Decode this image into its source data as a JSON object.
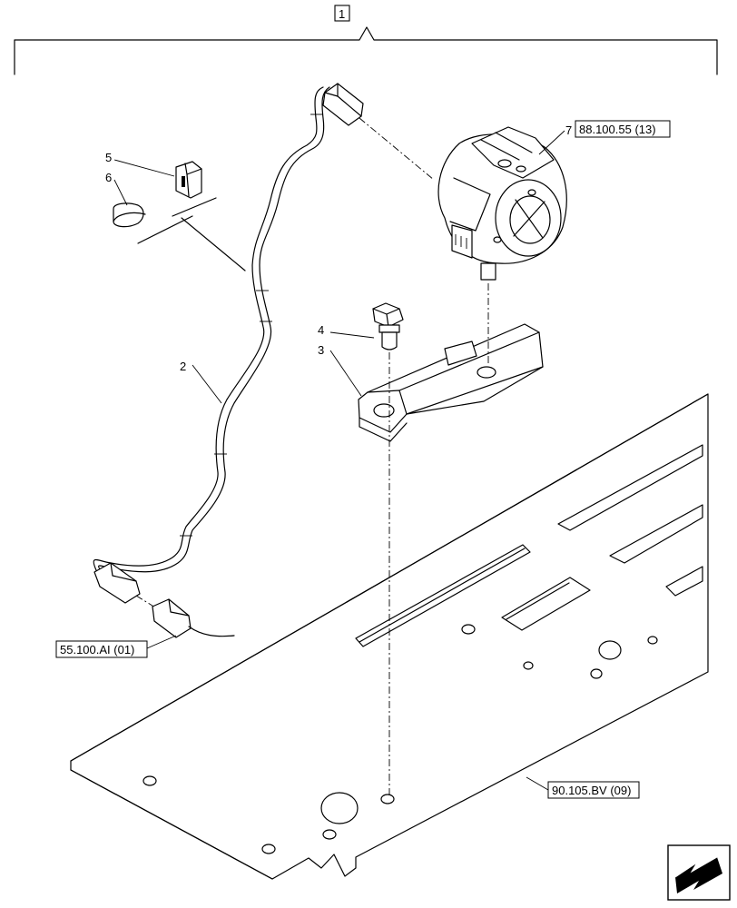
{
  "assembly_label": "1",
  "parts": [
    {
      "number": "2"
    },
    {
      "number": "3"
    },
    {
      "number": "4"
    },
    {
      "number": "5"
    },
    {
      "number": "6"
    },
    {
      "number": "7"
    }
  ],
  "references": {
    "lamp": "88.100.55 (13)",
    "connector": "55.100.AI (01)",
    "plate": "90.105.BV (09)"
  },
  "nav_icon": "arrow-down-left-icon"
}
